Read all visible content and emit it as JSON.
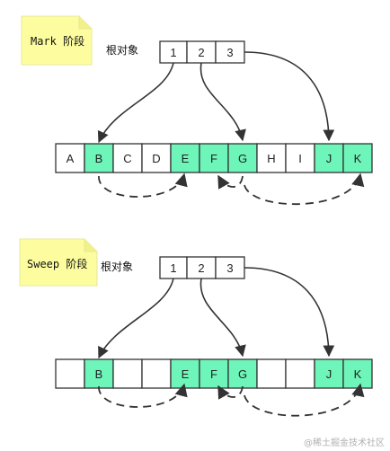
{
  "colors": {
    "reachable": "#6ef5b9",
    "default": "#ffffff",
    "note": "#fdfda0",
    "stroke": "#333333"
  },
  "panels": [
    {
      "note": "Mark 阶段",
      "root_label": "根对象",
      "roots": [
        "1",
        "2",
        "3"
      ],
      "cells": [
        {
          "label": "A",
          "marked": false
        },
        {
          "label": "B",
          "marked": true
        },
        {
          "label": "C",
          "marked": false
        },
        {
          "label": "D",
          "marked": false
        },
        {
          "label": "E",
          "marked": true
        },
        {
          "label": "F",
          "marked": true
        },
        {
          "label": "G",
          "marked": true
        },
        {
          "label": "H",
          "marked": false
        },
        {
          "label": "I",
          "marked": false
        },
        {
          "label": "J",
          "marked": true
        },
        {
          "label": "K",
          "marked": true
        }
      ]
    },
    {
      "note": "Sweep 阶段",
      "root_label": "根对象",
      "roots": [
        "1",
        "2",
        "3"
      ],
      "cells": [
        {
          "label": "",
          "marked": false
        },
        {
          "label": "B",
          "marked": true
        },
        {
          "label": "",
          "marked": false
        },
        {
          "label": "",
          "marked": false
        },
        {
          "label": "E",
          "marked": true
        },
        {
          "label": "F",
          "marked": true
        },
        {
          "label": "G",
          "marked": true
        },
        {
          "label": "",
          "marked": false
        },
        {
          "label": "",
          "marked": false
        },
        {
          "label": "J",
          "marked": true
        },
        {
          "label": "K",
          "marked": true
        }
      ]
    }
  ],
  "watermark": "@稀土掘金技术社区"
}
